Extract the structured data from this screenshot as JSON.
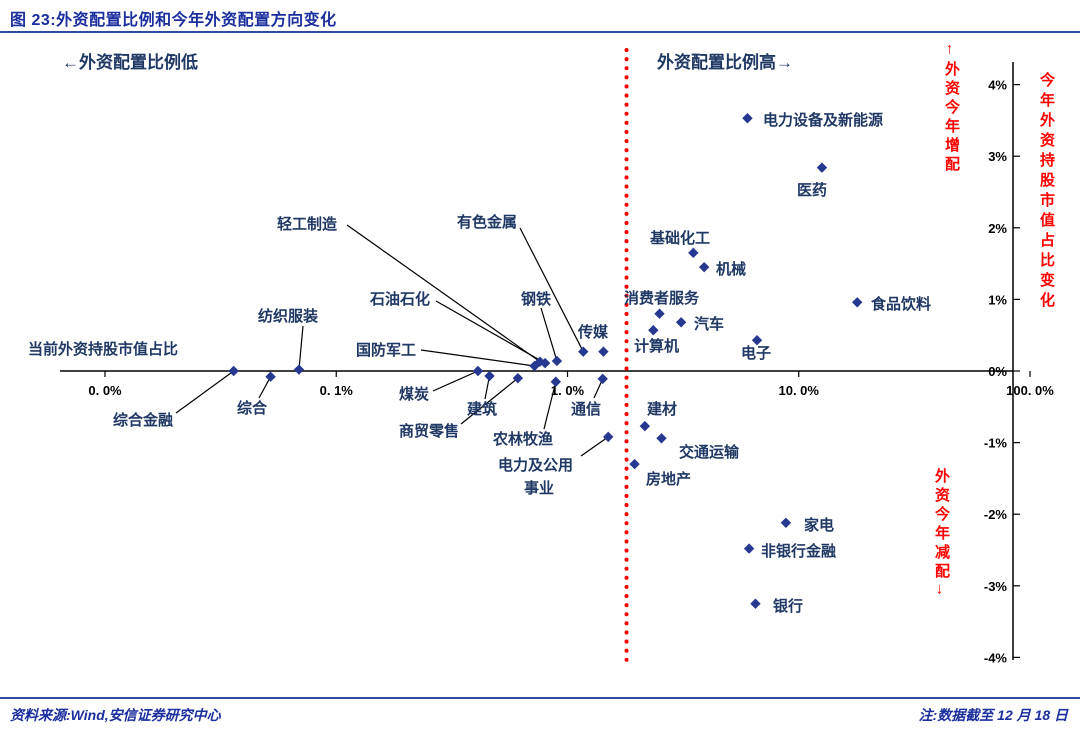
{
  "header": {
    "title": "图 23:外资配置比例和今年外资配置方向变化"
  },
  "footer": {
    "source": "资料来源:Wind,安信证券研究中心",
    "note": "注:数据截至 12 月 18 日"
  },
  "annotations": {
    "left_quadrant": "←外资配置比例低",
    "right_quadrant": "外资配置比例高→",
    "x_axis_title": "当前外资持股市值占比",
    "increase_label": "←外资今年增配",
    "decrease_label": "外资今年减配→",
    "y_axis_title": "今年外资持股市值占比变化"
  },
  "colors": {
    "title_blue": "#1b2f9e",
    "rule_blue": "#2e4a9e",
    "navy": "#1f3864",
    "marker": "#26388f",
    "red": "#ff0000",
    "axis": "#000000"
  },
  "chart_data": {
    "type": "scatter",
    "x_scale": "log",
    "x_axis_label": "当前外资持股市值占比",
    "y_axis_label": "今年外资持股市值占比变化",
    "x_range_pct": [
      0.01,
      100
    ],
    "y_range_pct": [
      -4,
      4
    ],
    "grid": false,
    "threshold_x": 1.8,
    "x_ticks": [
      {
        "v": 0.01,
        "label": "0. 0%"
      },
      {
        "v": 0.1,
        "label": "0. 1%"
      },
      {
        "v": 1,
        "label": "1. 0%"
      },
      {
        "v": 10,
        "label": "10. 0%"
      },
      {
        "v": 100,
        "label": "100. 0%"
      }
    ],
    "y_ticks": [
      {
        "v": 4,
        "label": "4%"
      },
      {
        "v": 3,
        "label": "3%"
      },
      {
        "v": 2,
        "label": "2%"
      },
      {
        "v": 1,
        "label": "1%"
      },
      {
        "v": 0,
        "label": "0%"
      },
      {
        "v": -1,
        "label": "-1%"
      },
      {
        "v": -2,
        "label": "-2%"
      },
      {
        "v": -3,
        "label": "-3%"
      },
      {
        "v": -4,
        "label": "-4%"
      }
    ],
    "points": [
      {
        "label": "综合金融",
        "x": 0.036,
        "y": 0.0,
        "at": [
          113,
          425
        ],
        "leader": [
          176,
          413
        ]
      },
      {
        "label": "综合",
        "x": 0.052,
        "y": -0.08,
        "at": [
          237,
          413
        ],
        "leader": [
          259,
          398
        ]
      },
      {
        "label": "纺织服装",
        "x": 0.069,
        "y": 0.02,
        "at": [
          258,
          321
        ],
        "leader": [
          303,
          326
        ]
      },
      {
        "label": "煤炭",
        "x": 0.41,
        "y": 0.0,
        "at": [
          399,
          399
        ],
        "leader": [
          433,
          391
        ]
      },
      {
        "label": "建筑",
        "x": 0.46,
        "y": -0.07,
        "at": [
          467,
          414
        ],
        "leader": [
          485,
          399
        ]
      },
      {
        "label": "商贸零售",
        "x": 0.61,
        "y": -0.1,
        "at": [
          399,
          436
        ],
        "leader": [
          461,
          424
        ]
      },
      {
        "label": "国防军工",
        "x": 0.72,
        "y": 0.07,
        "at": [
          356,
          355
        ],
        "leader": [
          421,
          350
        ]
      },
      {
        "label": "轻工制造",
        "x": 0.76,
        "y": 0.13,
        "at": [
          277,
          229
        ],
        "leader": [
          347,
          225
        ]
      },
      {
        "label": "石油石化",
        "x": 0.8,
        "y": 0.11,
        "at": [
          370,
          304
        ],
        "leader": [
          436,
          301
        ]
      },
      {
        "label": "农林牧渔",
        "x": 0.89,
        "y": -0.15,
        "at": [
          493,
          444
        ],
        "leader": [
          544,
          429
        ]
      },
      {
        "label": "钢铁",
        "x": 0.9,
        "y": 0.14,
        "at": [
          521,
          304
        ],
        "leader": [
          541,
          308
        ]
      },
      {
        "label": "有色金属",
        "x": 1.17,
        "y": 0.27,
        "at": [
          457,
          227
        ],
        "leader": [
          520,
          228
        ]
      },
      {
        "label": "通信",
        "x": 1.42,
        "y": -0.11,
        "at": [
          571,
          414
        ],
        "leader": [
          594,
          398
        ]
      },
      {
        "label": "传媒",
        "x": 1.43,
        "y": 0.27,
        "at": [
          578,
          337
        ]
      },
      {
        "label": "电力及公用事业",
        "x": 1.5,
        "y": -0.92,
        "at": [
          498,
          470
        ],
        "lines": [
          {
            "t": "电力及公用",
            "at": [
              498,
              470
            ]
          },
          {
            "t": "事业",
            "at": [
              524,
              493
            ]
          }
        ],
        "leader": [
          581,
          456
        ]
      },
      {
        "label": "房地产",
        "x": 1.95,
        "y": -1.3,
        "at": [
          646,
          484
        ]
      },
      {
        "label": "建材",
        "x": 2.16,
        "y": -0.77,
        "at": [
          647,
          414
        ]
      },
      {
        "label": "计算机",
        "x": 2.35,
        "y": 0.57,
        "at": [
          634,
          351
        ]
      },
      {
        "label": "消费者服务",
        "x": 2.5,
        "y": 0.8,
        "at": [
          624,
          303
        ]
      },
      {
        "label": "交通运输",
        "x": 2.55,
        "y": -0.94,
        "at": [
          679,
          457
        ]
      },
      {
        "label": "汽车",
        "x": 3.1,
        "y": 0.68,
        "at": [
          694,
          329
        ]
      },
      {
        "label": "基础化工",
        "x": 3.5,
        "y": 1.65,
        "at": [
          650,
          243
        ]
      },
      {
        "label": "机械",
        "x": 3.9,
        "y": 1.45,
        "at": [
          716,
          274
        ]
      },
      {
        "label": "电力设备及新能源",
        "x": 6.0,
        "y": 3.53,
        "at": [
          763,
          125
        ]
      },
      {
        "label": "非银行金融",
        "x": 6.1,
        "y": -2.48,
        "at": [
          761,
          556
        ]
      },
      {
        "label": "银行",
        "x": 6.5,
        "y": -3.25,
        "at": [
          773,
          611
        ]
      },
      {
        "label": "电子",
        "x": 6.6,
        "y": 0.43,
        "at": [
          741,
          358
        ]
      },
      {
        "label": "家电",
        "x": 8.8,
        "y": -2.12,
        "at": [
          804,
          530
        ]
      },
      {
        "label": "医药",
        "x": 12.6,
        "y": 2.84,
        "at": [
          797,
          195
        ]
      },
      {
        "label": "食品饮料",
        "x": 17.9,
        "y": 0.96,
        "at": [
          871,
          309
        ]
      }
    ]
  }
}
